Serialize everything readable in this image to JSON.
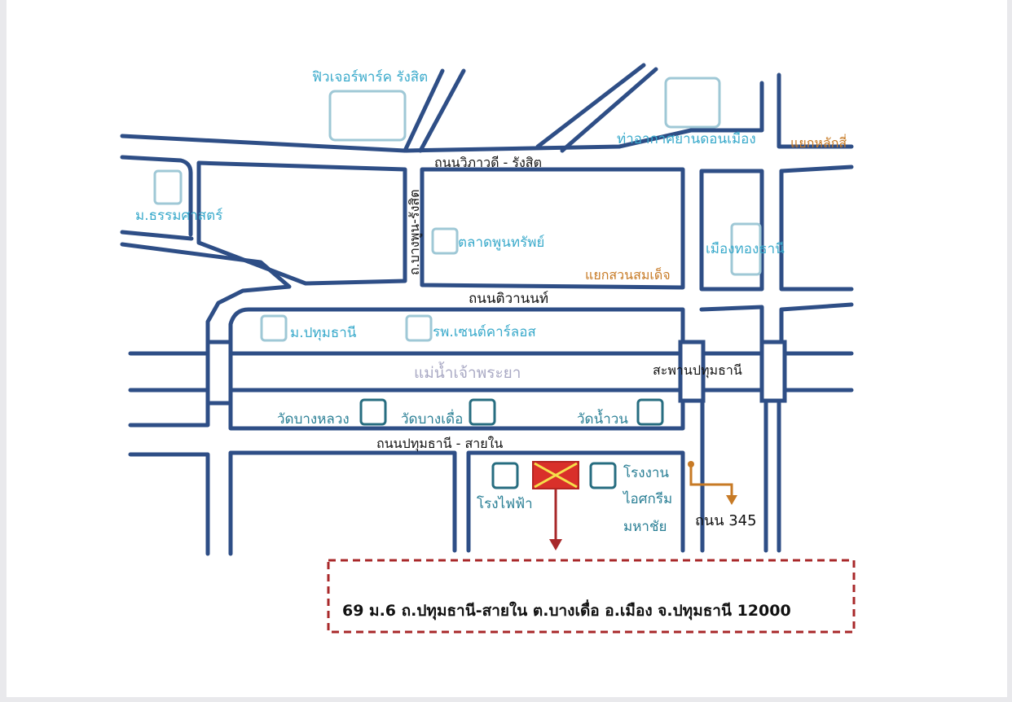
{
  "colors": {
    "road": "#2e4e86",
    "poi_light": "#9fc8d6",
    "poi_text": "#3aaacb",
    "junction_text": "#c77a25",
    "marker_fill": "#d9302a",
    "marker_cross": "#f5e04a",
    "address_border": "#a8282a"
  },
  "landmarks": {
    "future_park": "ฟิวเจอร์พาร์ค รังสิต",
    "don_mueang_airport": "ท่าอากาศยานดอนเมือง",
    "thammasat_univ": "ม.ธรรมศาสตร์",
    "phoon_sap_market": "ตลาดพูนทรัพย์",
    "muang_thong_thani": "เมืองทองธานี",
    "pathum_thani_univ": "ม.ปทุมธานี",
    "st_carlos_hospital": "รพ.เซนต์คาร์ลอส",
    "wat_bang_luang": "วัดบางหลวง",
    "wat_bang_duea": "วัดบางเดื่อ",
    "wat_nam_won": "วัดน้ำวน",
    "power_plant": "โรงไฟฟ้า",
    "ice_factory_line1": "โรงงาน",
    "ice_factory_line2": "ไอศกรีม",
    "ice_factory_line3": "มหาชัย"
  },
  "roads": {
    "vibhavadi_rangsit": "ถนนวิภาวดี - รังสิต",
    "bangphun_rangsit": "ถ.บางพูน-รังสิต",
    "tiwanon": "ถนนติวานนท์",
    "pathumthani_sainai": "ถนนปทุมธานี - สายใน",
    "road_345": "ถนน 345",
    "pathum_bridge": "สะพานปทุมธานี"
  },
  "junctions": {
    "laksi": "แยกหลักสี่",
    "suan_somdet": "แยกสวนสมเด็จ"
  },
  "river": {
    "chao_phraya": "แม่น้ำเจ้าพระยา"
  },
  "address": {
    "text": "69 ม.6 ถ.ปทุมธานี-สายใน ต.บางเดื่อ อ.เมือง จ.ปทุมธานี 12000"
  }
}
